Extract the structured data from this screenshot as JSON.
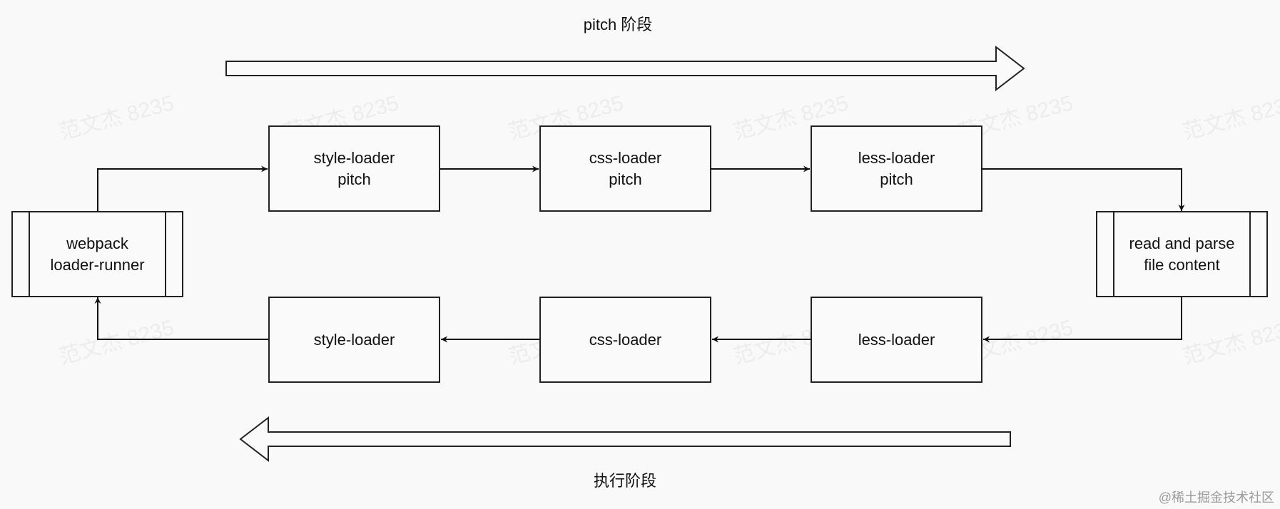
{
  "phases": {
    "pitch_label": "pitch 阶段",
    "normal_label": "执行阶段"
  },
  "nodes": {
    "runner": "webpack\nloader-runner",
    "style_pitch": "style-loader\npitch",
    "css_pitch": "css-loader\npitch",
    "less_pitch": "less-loader\npitch",
    "read_file": "read and parse\nfile content",
    "style": "style-loader",
    "css": "css-loader",
    "less": "less-loader"
  },
  "watermark": "范文杰 8235",
  "credit": "@稀土掘金技术社区"
}
